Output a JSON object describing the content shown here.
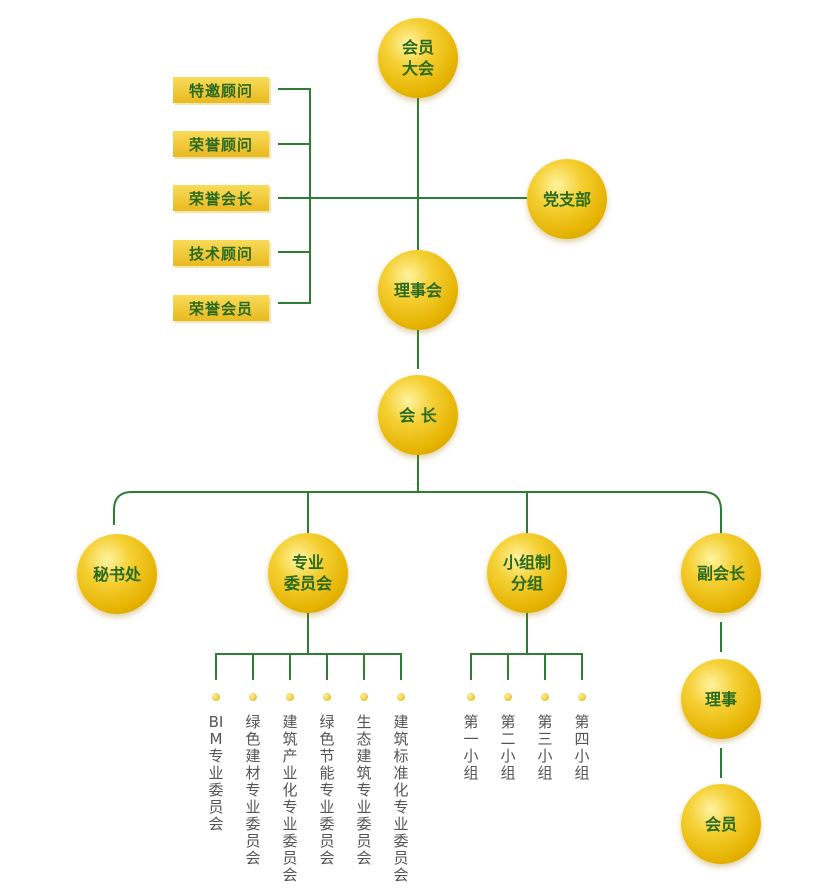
{
  "colors": {
    "line": "#2e7d32",
    "node_fill": "#e8b800",
    "node_text": "#2a6a1e",
    "subtext": "#555555"
  },
  "nodes": {
    "general_assembly": [
      "会员",
      "大会"
    ],
    "party_branch": [
      "党支部"
    ],
    "council": [
      "理事会"
    ],
    "president": [
      "会 长"
    ],
    "secretariat": [
      "秘书处"
    ],
    "committees": [
      "专业",
      "委员会"
    ],
    "groups": [
      "小组制",
      "分组"
    ],
    "vice_president": [
      "副会长"
    ],
    "director": [
      "理事"
    ],
    "member": [
      "会员"
    ]
  },
  "advisors": [
    "特邀顾问",
    "荣誉顾问",
    "荣誉会长",
    "技术顾问",
    "荣誉会员"
  ],
  "committee_items": [
    "BIM专业委员会",
    "绿色建材专业委员会",
    "建筑产业化专业委员会",
    "绿色节能专业委员会",
    "生态建筑专业委员会",
    "建筑标准化专业委员会"
  ],
  "group_items": [
    "第一小组",
    "第二小组",
    "第三小组",
    "第四小组"
  ]
}
